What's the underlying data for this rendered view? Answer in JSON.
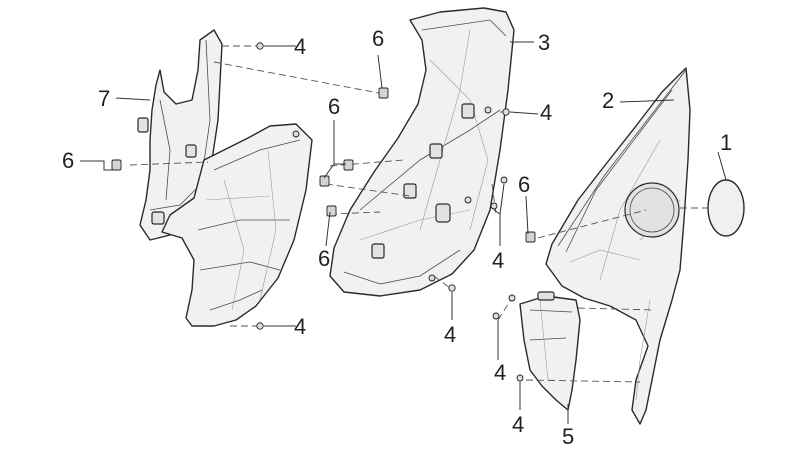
{
  "callouts": [
    {
      "id": "c1",
      "label": "1"
    },
    {
      "id": "c2",
      "label": "2"
    },
    {
      "id": "c3",
      "label": "3"
    },
    {
      "id": "c4a",
      "label": "4"
    },
    {
      "id": "c4b",
      "label": "4"
    },
    {
      "id": "c4c",
      "label": "4"
    },
    {
      "id": "c4d",
      "label": "4"
    },
    {
      "id": "c4e",
      "label": "4"
    },
    {
      "id": "c4f",
      "label": "4"
    },
    {
      "id": "c4g",
      "label": "4"
    },
    {
      "id": "c5",
      "label": "5"
    },
    {
      "id": "c6a",
      "label": "6"
    },
    {
      "id": "c6b",
      "label": "6"
    },
    {
      "id": "c6c",
      "label": "6"
    },
    {
      "id": "c6d",
      "label": "6"
    },
    {
      "id": "c6e",
      "label": "6"
    },
    {
      "id": "c7",
      "label": "7"
    }
  ]
}
